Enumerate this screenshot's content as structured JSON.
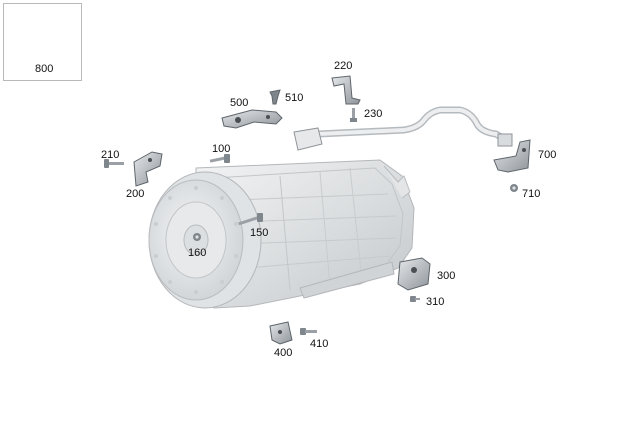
{
  "diagram": {
    "inset_part": {
      "number": "800"
    },
    "parts": [
      {
        "id": "p100",
        "number": "100"
      },
      {
        "id": "p150",
        "number": "150"
      },
      {
        "id": "p160",
        "number": "160"
      },
      {
        "id": "p200",
        "number": "200"
      },
      {
        "id": "p210",
        "number": "210"
      },
      {
        "id": "p220",
        "number": "220"
      },
      {
        "id": "p230",
        "number": "230"
      },
      {
        "id": "p300",
        "number": "300"
      },
      {
        "id": "p310",
        "number": "310"
      },
      {
        "id": "p400",
        "number": "400"
      },
      {
        "id": "p410",
        "number": "410"
      },
      {
        "id": "p500",
        "number": "500"
      },
      {
        "id": "p510",
        "number": "510"
      },
      {
        "id": "p700",
        "number": "700"
      },
      {
        "id": "p710",
        "number": "710"
      }
    ]
  }
}
